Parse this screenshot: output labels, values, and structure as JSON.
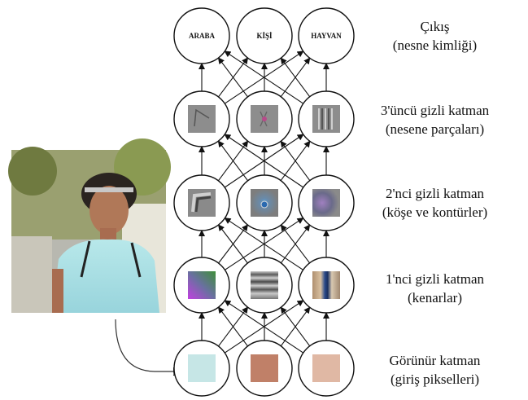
{
  "layers": [
    {
      "id": "output",
      "title": "Çıkış",
      "subtitle": "(nesne kimliği)",
      "nodes": [
        "ARABA",
        "KİŞİ",
        "HAYVAN"
      ]
    },
    {
      "id": "hidden3",
      "title": "3'üncü gizli katman",
      "subtitle": "(nesene parçaları)"
    },
    {
      "id": "hidden2",
      "title": "2'nci gizli katman",
      "subtitle": "(köşe ve kontürler)"
    },
    {
      "id": "hidden1",
      "title": "1'nci gizli katman",
      "subtitle": "(kenarlar)"
    },
    {
      "id": "visible",
      "title": "Görünür katman",
      "subtitle": "(giriş pikselleri)"
    }
  ],
  "input_pixel_colors": [
    "#c6e6e6",
    "#c08068",
    "#e0b8a4"
  ]
}
